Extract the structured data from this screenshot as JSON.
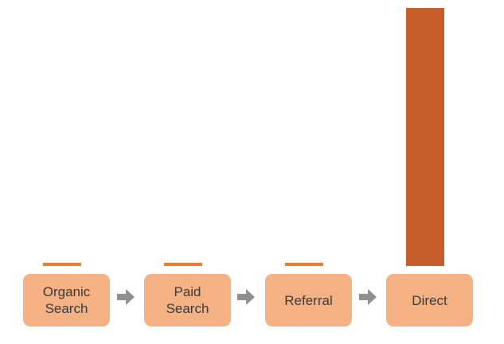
{
  "chart_data": {
    "type": "bar",
    "title": "",
    "xlabel": "",
    "ylabel": "",
    "categories": [
      "Organic Search",
      "Paid Search",
      "Referral",
      "Direct"
    ],
    "values": [
      1,
      1,
      1,
      80
    ],
    "ylim": [
      0,
      80
    ],
    "bar_colors": [
      "#ED7D31",
      "#ED7D31",
      "#ED7D31",
      "#C65D2B"
    ],
    "grid": false,
    "legend": false,
    "axes_hidden": true
  },
  "flow": {
    "connector": "right-arrow",
    "steps": [
      {
        "line1": "Organic",
        "line2": "Search"
      },
      {
        "line1": "Paid",
        "line2": "Search"
      },
      {
        "line1": "Referral"
      },
      {
        "line1": "Direct"
      }
    ]
  },
  "colors": {
    "background": "#FFFFFF",
    "step_fill": "#F4B183",
    "step_text": "#3C3C3C",
    "arrow_gray": "#909090",
    "bar_small": "#ED7D31",
    "bar_large": "#C65D2B"
  }
}
